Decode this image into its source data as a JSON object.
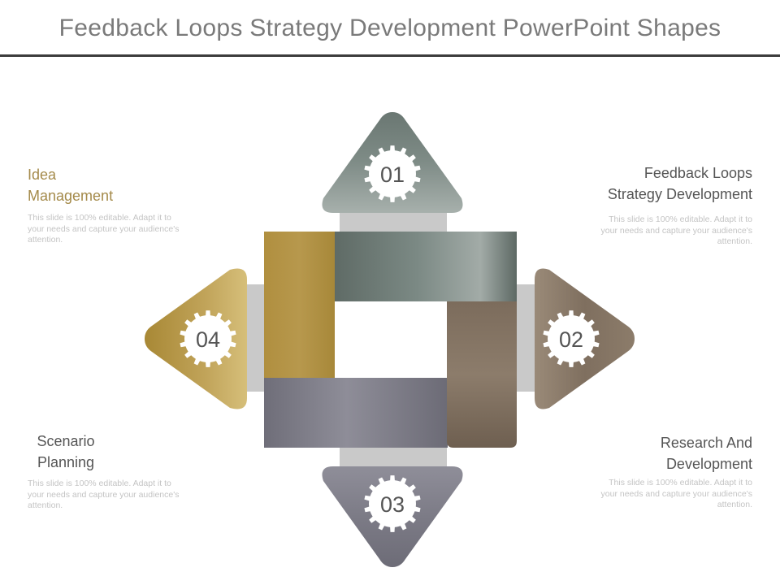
{
  "title": "Feedback Loops Strategy Development PowerPoint Shapes",
  "colors": {
    "gold": "#b39a4c",
    "sage": "#6f7d78",
    "brown": "#7a6a5a",
    "slate": "#7b7a85",
    "connector": "#c9c9c9",
    "heading_gold": "#a48a4a",
    "heading_gray": "#555555",
    "description": "#c4c4c4"
  },
  "steps": [
    {
      "number": "01",
      "heading_line1": "Feedback Loops",
      "heading_line2": "Strategy Development",
      "description_line1": "This slide is 100% editable. Adapt it to",
      "description_line2": "your needs and capture your audience's",
      "description_line3": "attention."
    },
    {
      "number": "02",
      "heading_line1": "Research And",
      "heading_line2": "Development",
      "description_line1": "This slide is 100% editable. Adapt it to",
      "description_line2": "your needs and capture your audience's",
      "description_line3": "attention."
    },
    {
      "number": "03",
      "heading_line1": "Scenario",
      "heading_line2": "Planning",
      "description_line1": "This slide is 100% editable. Adapt it to",
      "description_line2": "your needs and capture your audience's",
      "description_line3": "attention."
    },
    {
      "number": "04",
      "heading_line1": "Idea",
      "heading_line2": "Management",
      "description_line1": "This slide is 100% editable. Adapt it to",
      "description_line2": "your needs and capture your audience's",
      "description_line3": "attention."
    }
  ],
  "icons": [
    "gear-icon",
    "gear-icon",
    "gear-icon",
    "gear-icon"
  ]
}
